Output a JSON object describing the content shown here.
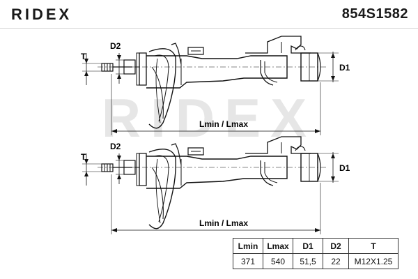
{
  "header": {
    "brand": "RIDEX",
    "part_number": "854S1582"
  },
  "drawing": {
    "watermark": "RIDEX",
    "labels": {
      "T": "T",
      "D2": "D2",
      "D1": "D1",
      "length": "Lmin / Lmax"
    }
  },
  "specs": {
    "columns": [
      "Lmin",
      "Lmax",
      "D1",
      "D2",
      "T"
    ],
    "values": [
      "371",
      "540",
      "51,5",
      "22",
      "M12X1.25"
    ]
  },
  "colors": {
    "line": "#111111",
    "watermark": "#e6e6e6",
    "table_border": "#333333"
  }
}
